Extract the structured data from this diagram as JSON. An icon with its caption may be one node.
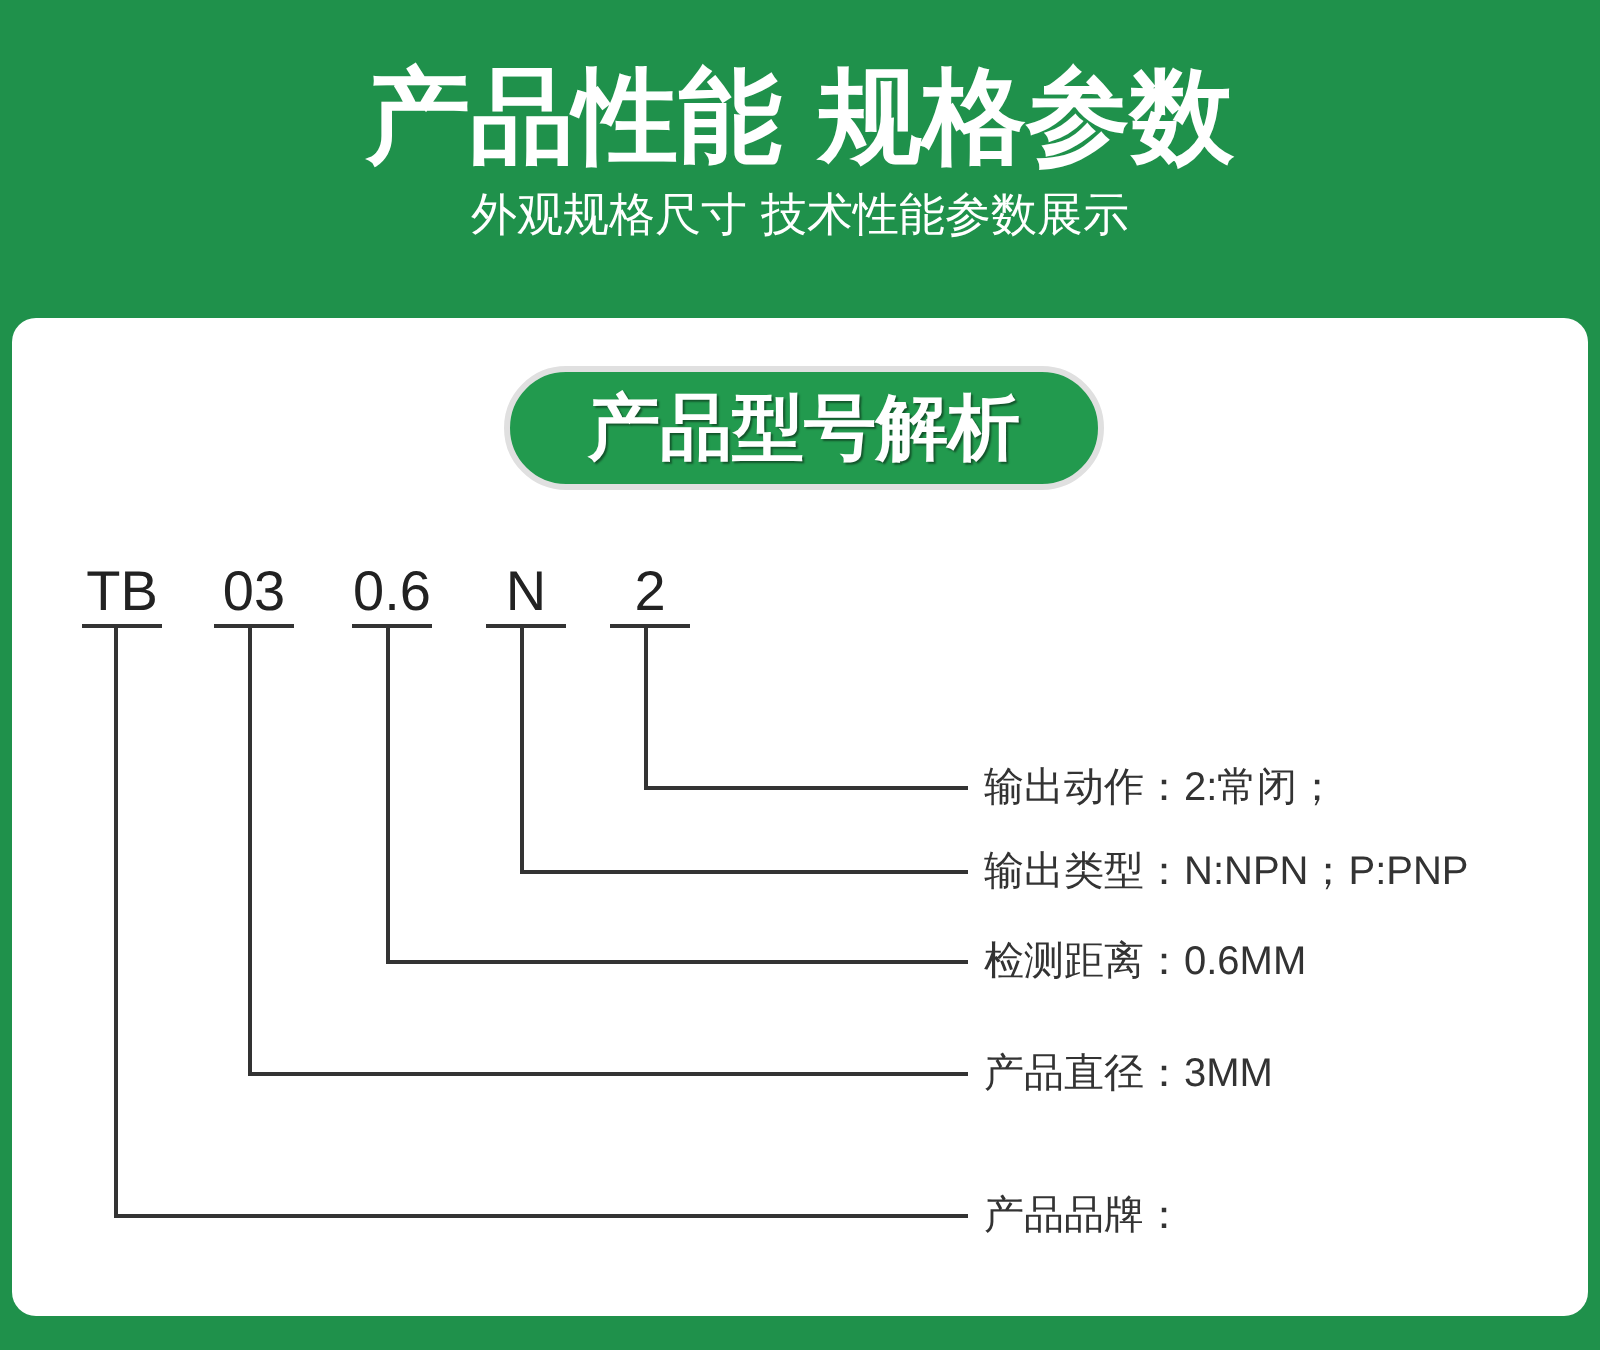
{
  "diagram": {
    "title": "产品性能 规格参数",
    "nodes": [
      {
        "text": [
          "产品型号解析"
        ]
      },
      {
        "text": [
          "TB"
        ]
      },
      {
        "text": [
          "03"
        ]
      },
      {
        "text": [
          "0.6"
        ]
      },
      {
        "text": [
          "N"
        ]
      },
      {
        "text": [
          "2"
        ]
      },
      {
        "text": [
          "输出动作：2:常闭；"
        ]
      },
      {
        "text": [
          "输出类型：N:NPN；P:PNP"
        ]
      },
      {
        "text": [
          "检测距离：0.6MM"
        ]
      },
      {
        "text": [
          "产品直径：3MM"
        ]
      },
      {
        "text": [
          "产品品牌："
        ]
      }
    ],
    "edges": [
      {
        "from": 5,
        "to": 6,
        "arrow": "none"
      },
      {
        "from": 4,
        "to": 7,
        "arrow": "none"
      },
      {
        "from": 3,
        "to": 8,
        "arrow": "none"
      },
      {
        "from": 2,
        "to": 9,
        "arrow": "none"
      },
      {
        "from": 1,
        "to": 10,
        "arrow": "none"
      }
    ],
    "labels": [
      "外观规格尺寸 技术性能参数展示"
    ]
  }
}
